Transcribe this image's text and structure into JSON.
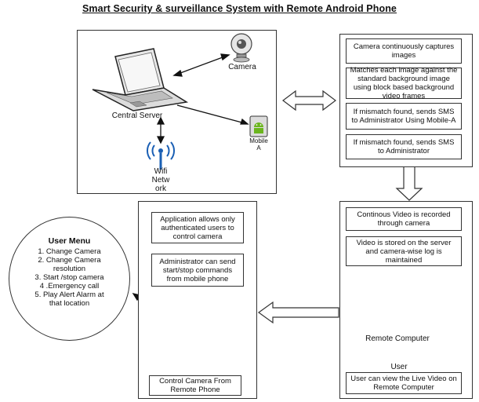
{
  "title": "Smart Security & surveillance System with Remote Android Phone",
  "top_left": {
    "camera_label": "Camera",
    "server_label": "Central Server",
    "mobile_label_1": "Mobile",
    "mobile_label_2": "A",
    "wifi_label_1": "Wifi",
    "wifi_label_2": "Netw",
    "wifi_label_3": "ork"
  },
  "top_right": {
    "box1": "Camera  continuously captures images",
    "box2": "Matches each image against the standard background image using block based background video frames",
    "box3": "If mismatch found, sends SMS to Administrator Using Mobile-A",
    "box4": "If mismatch found, sends SMS to Administrator"
  },
  "bottom_right": {
    "box1": "Continous Video is recorded through camera",
    "box2": "Video is stored on the server and camera-wise log is maintained",
    "computer_label": "Remote Computer",
    "user_label": "User",
    "box3": "User can view the Live Video on Remote Computer"
  },
  "bottom_middle": {
    "box1": "Application allows only authenticated users to control camera",
    "box2": "Administrator can send start/stop commands from mobile phone",
    "box3": "Control Camera From Remote Phone"
  },
  "user_menu": {
    "title": "User Menu",
    "items": [
      "1. Change Camera",
      "2. Change Camera",
      "resolution",
      "3. Start /stop camera",
      "4 .Emergency call",
      "5. Play Alert Alarm at",
      "that location"
    ]
  }
}
